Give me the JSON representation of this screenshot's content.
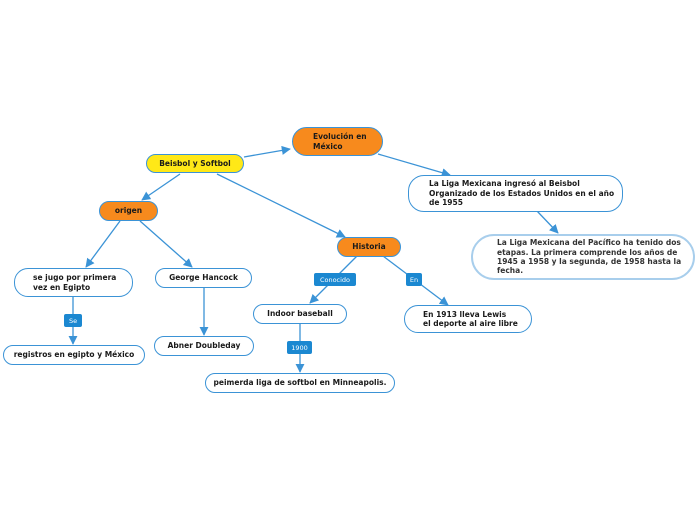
{
  "colors": {
    "edge": "#3b93d6",
    "central": "#ffe817",
    "accent_orange": "#f78a1d",
    "label_blue": "#1b88d1"
  },
  "nodes": {
    "evolucion": "Evolución en\nMéxico",
    "beisbol": "Beisbol y Softbol",
    "liga_mexicana": "La Liga Mexicana ingresó al Beisbol\nOrganizado de los Estados Unidos en el año\nde 1955",
    "liga_pacifico": "La Liga Mexicana del Pacífico ha tenido dos\netapas. La primera comprende los años de\n1945 a 1958 y la segunda, de 1958 hasta la\nfecha.",
    "origen": "origen",
    "historia": "Historia",
    "egipto": "se jugo por primera\nvez en Egipto",
    "hancock": "George Hancock",
    "registros": "registros en egipto y México",
    "doubleday": "Abner Doubleday",
    "indoor": "Indoor baseball",
    "lewis": "En 1913 lleva Lewis\nel deporte al aire libre",
    "minneapolis": "peimerda liga de softbol en Minneapolis."
  },
  "labels": {
    "se": "Se",
    "conocido": "Conocido",
    "en": "En",
    "year_1900": "1900"
  }
}
